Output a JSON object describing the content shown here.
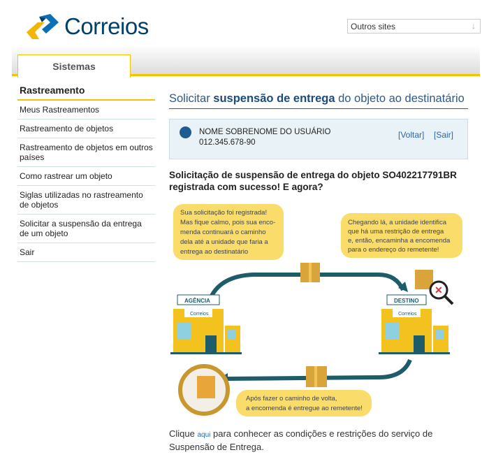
{
  "header": {
    "logo_text": "Correios",
    "other_sites": "Outros sites"
  },
  "nav": {
    "tab": "Sistemas"
  },
  "sidebar": {
    "heading": "Rastreamento",
    "items": [
      {
        "label": "Meus Rastreamentos"
      },
      {
        "label": "Rastreamento de objetos"
      },
      {
        "label": "Rastreamento de objetos em outros países"
      },
      {
        "label": "Como rastrear um objeto"
      },
      {
        "label": "Siglas utilizadas no rastreamento de objetos"
      },
      {
        "label": "Solicitar a suspensão da entrega de um objeto"
      },
      {
        "label": "Sair"
      }
    ]
  },
  "main": {
    "title_pre": "Solicitar ",
    "title_bold": "suspensão de entrega",
    "title_post": " do objeto ao destinatário",
    "user": {
      "name": "NOME SOBRENOME DO USUÁRIO",
      "cpf": "012.345.678-90",
      "back": "[Voltar]",
      "exit": "[Sair]"
    },
    "message": "Solicitação de suspensão de entrega do objeto SO402217791BR registrada com sucesso! E agora?",
    "illustration": {
      "bubble1": [
        "Sua solicitação foi registrada!",
        "Mas fique calmo, pois sua enco-",
        "menda continuará o caminho",
        "dela até a unidade que faria a",
        "entrega ao destinatário"
      ],
      "bubble2": [
        "Chegando lá, a unidade identifica",
        "que há uma restrição de entrega",
        "e, então, encaminha a encomenda",
        "para o endereço do remetente!"
      ],
      "bubble3": [
        "Após fazer o caminho de volta,",
        "a encomenda é entregue ao remetente!"
      ],
      "agency_sign": "AGÊNCIA",
      "dest_sign": "DESTINO",
      "store_logo": "Correios"
    },
    "footer": {
      "pre": "Clique ",
      "link": "aqui",
      "post": " para conhecer as condições e restrições do serviço de Suspensão de Entrega."
    }
  },
  "colors": {
    "yellow": "#f5c400",
    "blue": "#00416b",
    "teal": "#1e5c6a",
    "bubble": "#f9dc6a"
  }
}
